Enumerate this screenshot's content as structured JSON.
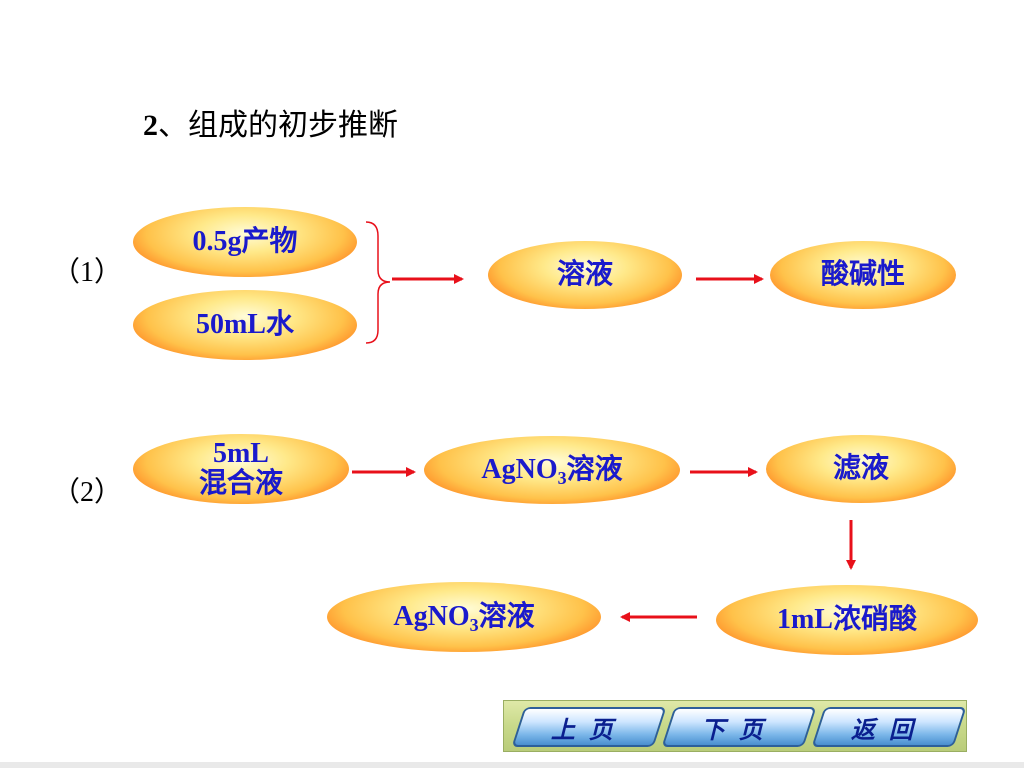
{
  "title": {
    "number": "2",
    "text": "、组成的初步推断"
  },
  "rows": {
    "r1": "（1）",
    "r2": "（2）"
  },
  "nodes": {
    "product": "0.5g产物",
    "water": "50mL水",
    "solution": "溶液",
    "acidity": "酸碱性",
    "mixture_a": "5mL",
    "mixture_b": "混合液",
    "agno3_1": {
      "pre": "AgNO",
      "sub": "3",
      "post": "溶液"
    },
    "filtrate": "滤液",
    "nitric": "1mL浓硝酸",
    "agno3_2": {
      "pre": "AgNO",
      "sub": "3",
      "post": "溶液"
    }
  },
  "nav": {
    "prev": "上页",
    "next": "下页",
    "back": "返回"
  },
  "colors": {
    "arrow": "#e8101a",
    "node_text": "#1a1acc",
    "brace": "#e8101a"
  }
}
